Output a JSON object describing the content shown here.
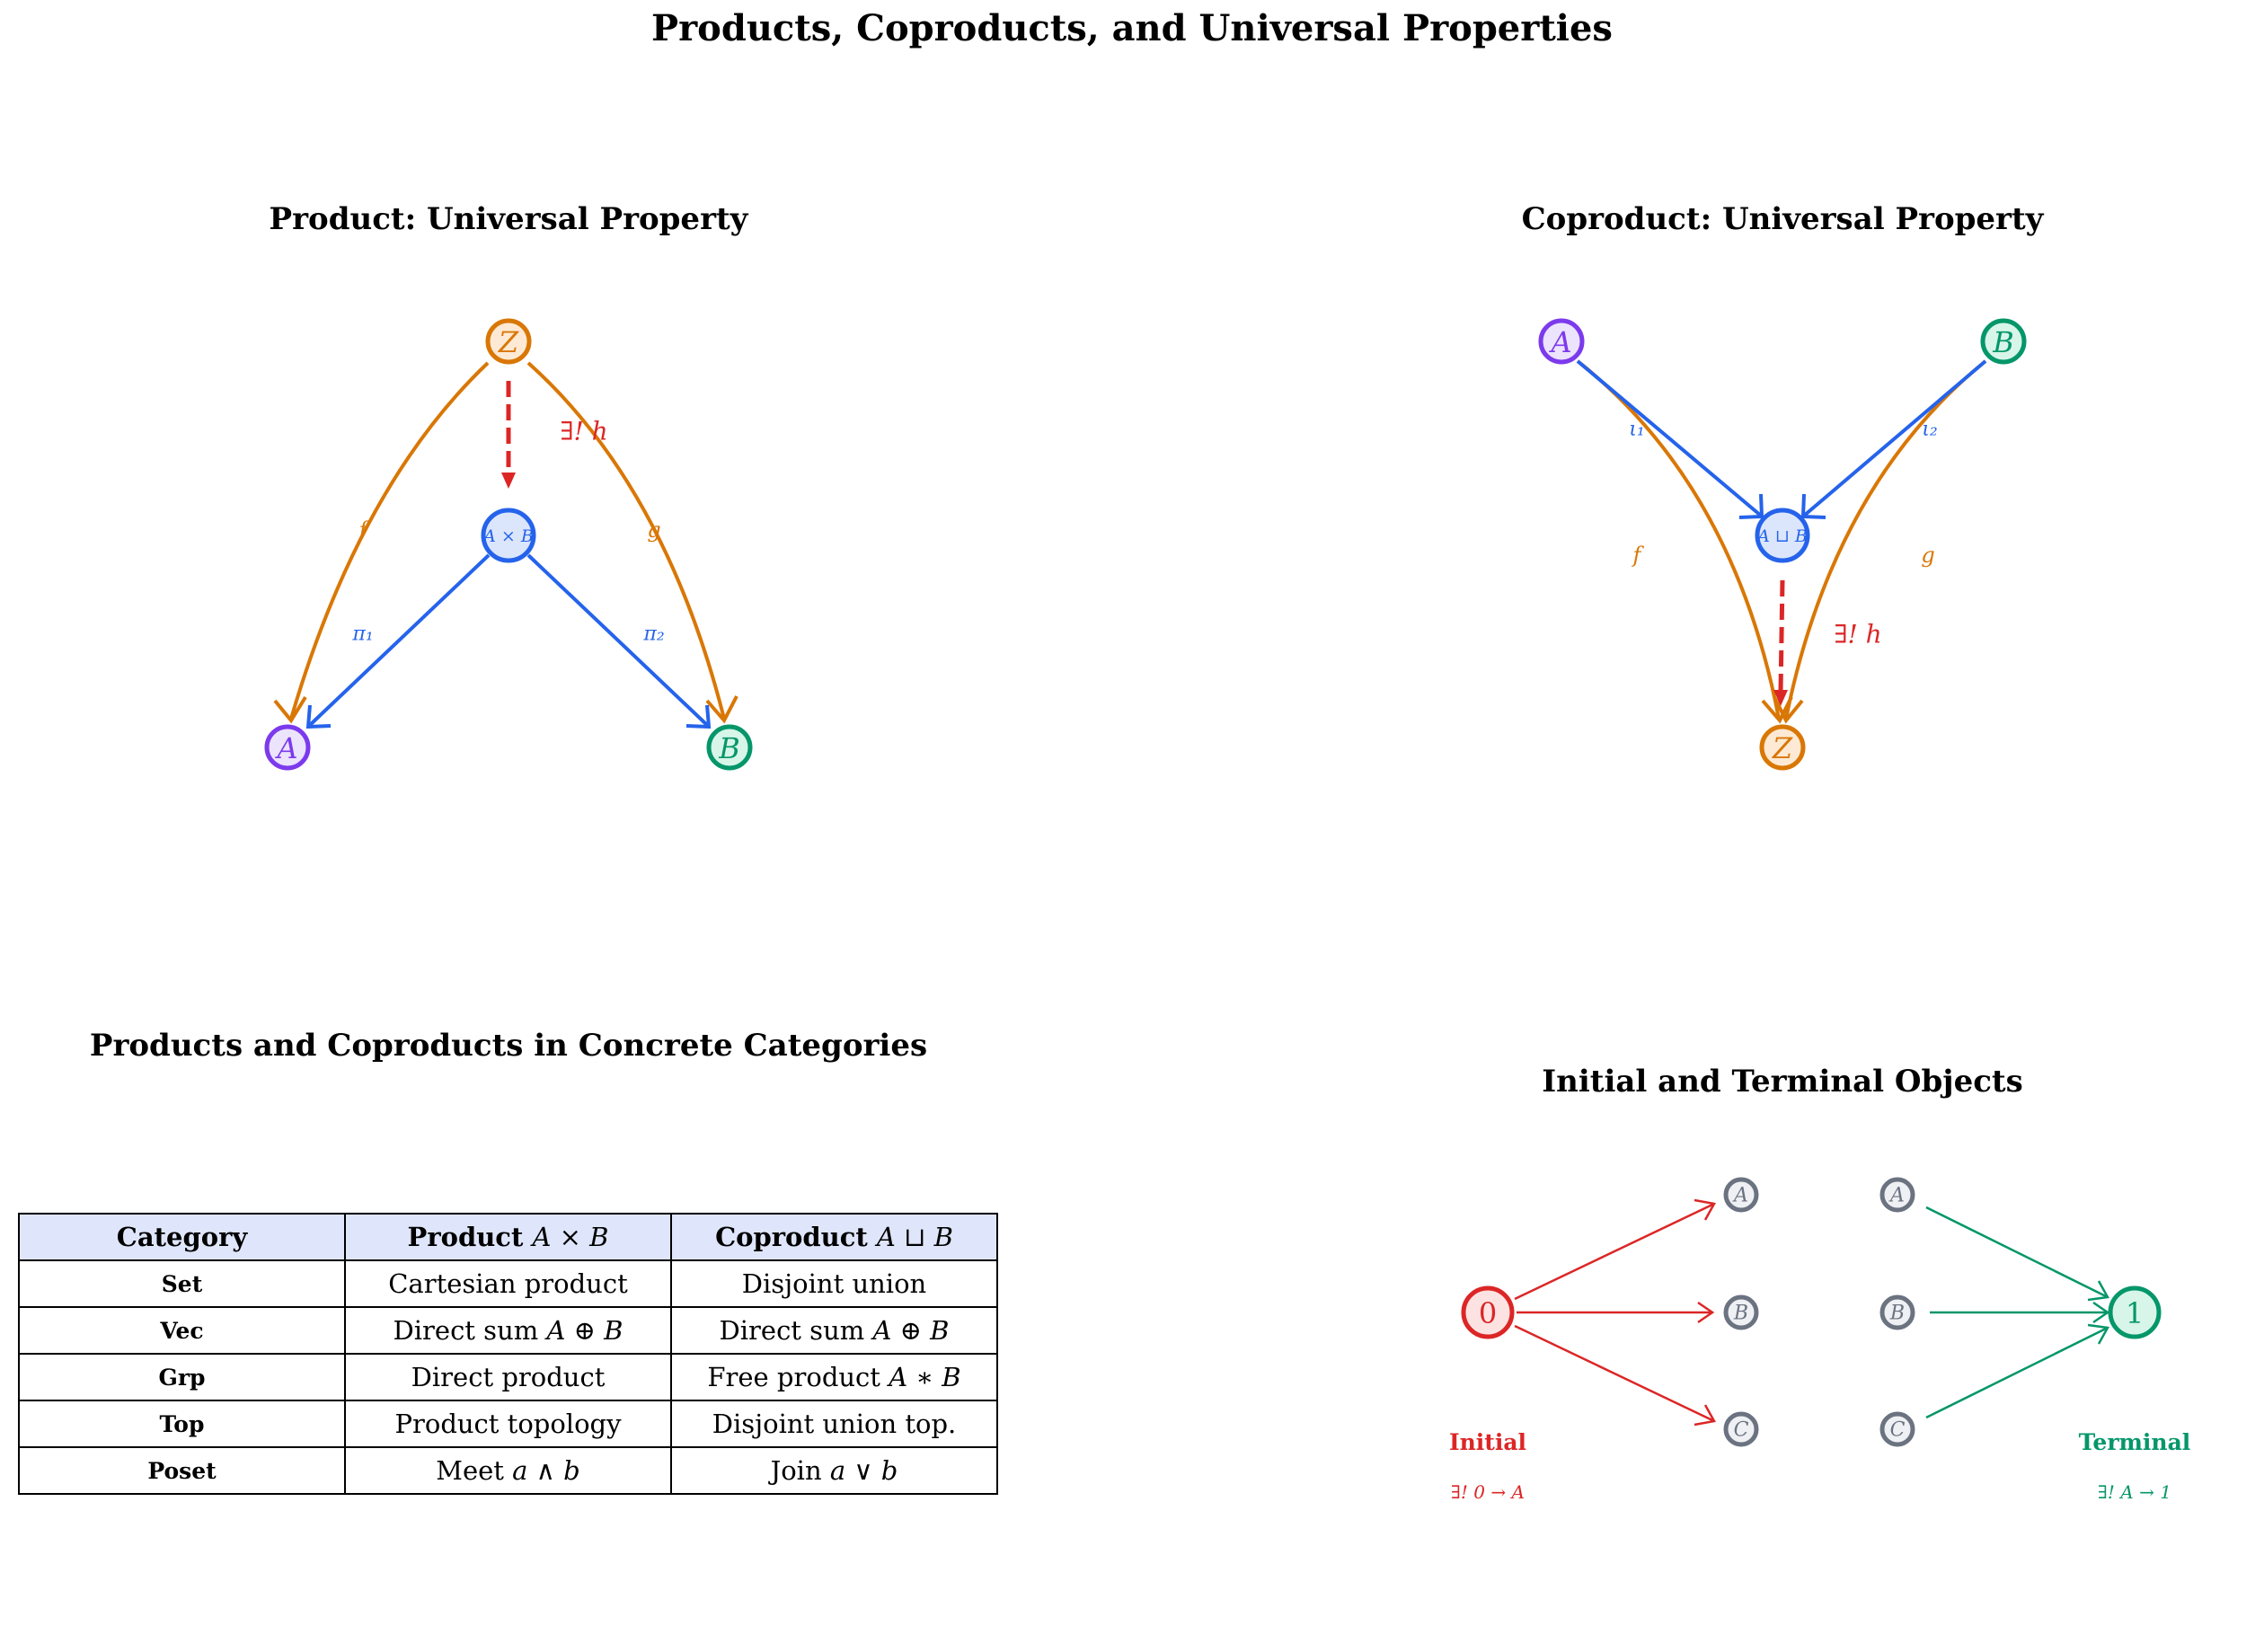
{
  "title": "Products, Coproducts, and Universal Properties",
  "colors": {
    "orange": "#d97706",
    "blue": "#2563eb",
    "red": "#dc2626",
    "purple": "#7c3aed",
    "green": "#059669",
    "gray": "#6b7280"
  },
  "product": {
    "title": "Product: Universal Property",
    "nodes": {
      "z": "Z",
      "prod": "A × B",
      "a": "A",
      "b": "B"
    },
    "labels": {
      "f": "f",
      "g": "g",
      "pi1": "π₁",
      "pi2": "π₂",
      "h": "∃! h"
    }
  },
  "coproduct": {
    "title": "Coproduct: Universal Property",
    "nodes": {
      "a": "A",
      "b": "B",
      "coprod": "A ⊔ B",
      "z": "Z"
    },
    "labels": {
      "i1": "ι₁",
      "i2": "ι₂",
      "f": "f",
      "g": "g",
      "h": "∃! h"
    }
  },
  "table": {
    "title": "Products and Coproducts in Concrete Categories",
    "headers": [
      {
        "text": "Category",
        "math": ""
      },
      {
        "text": "Product ",
        "math": "A × B"
      },
      {
        "text": "Coproduct ",
        "math": "A ⊔ B"
      }
    ],
    "rows": [
      {
        "category": "Set",
        "product": "Cartesian product",
        "product_math": "",
        "coproduct": "Disjoint union",
        "coproduct_math": ""
      },
      {
        "category": "Vec",
        "product": "Direct sum ",
        "product_math": "A ⊕ B",
        "coproduct": "Direct sum ",
        "coproduct_math": "A ⊕ B"
      },
      {
        "category": "Grp",
        "product": "Direct product",
        "product_math": "",
        "coproduct": "Free product ",
        "coproduct_math": "A ∗ B"
      },
      {
        "category": "Top",
        "product": "Product topology",
        "product_math": "",
        "coproduct": "Disjoint union top.",
        "coproduct_math": ""
      },
      {
        "category": "Poset",
        "product": "Meet ",
        "product_math": "a ∧ b",
        "coproduct": "Join ",
        "coproduct_math": "a ∨ b"
      }
    ]
  },
  "objects": {
    "title": "Initial and Terminal Objects",
    "initial_node": "0",
    "terminal_node": "1",
    "left_targets": [
      "A",
      "B",
      "C"
    ],
    "right_sources": [
      "A",
      "B",
      "C"
    ],
    "initial_label": "Initial",
    "initial_formula": "∃! 0 → A",
    "terminal_label": "Terminal",
    "terminal_formula": "∃! A → 1"
  }
}
